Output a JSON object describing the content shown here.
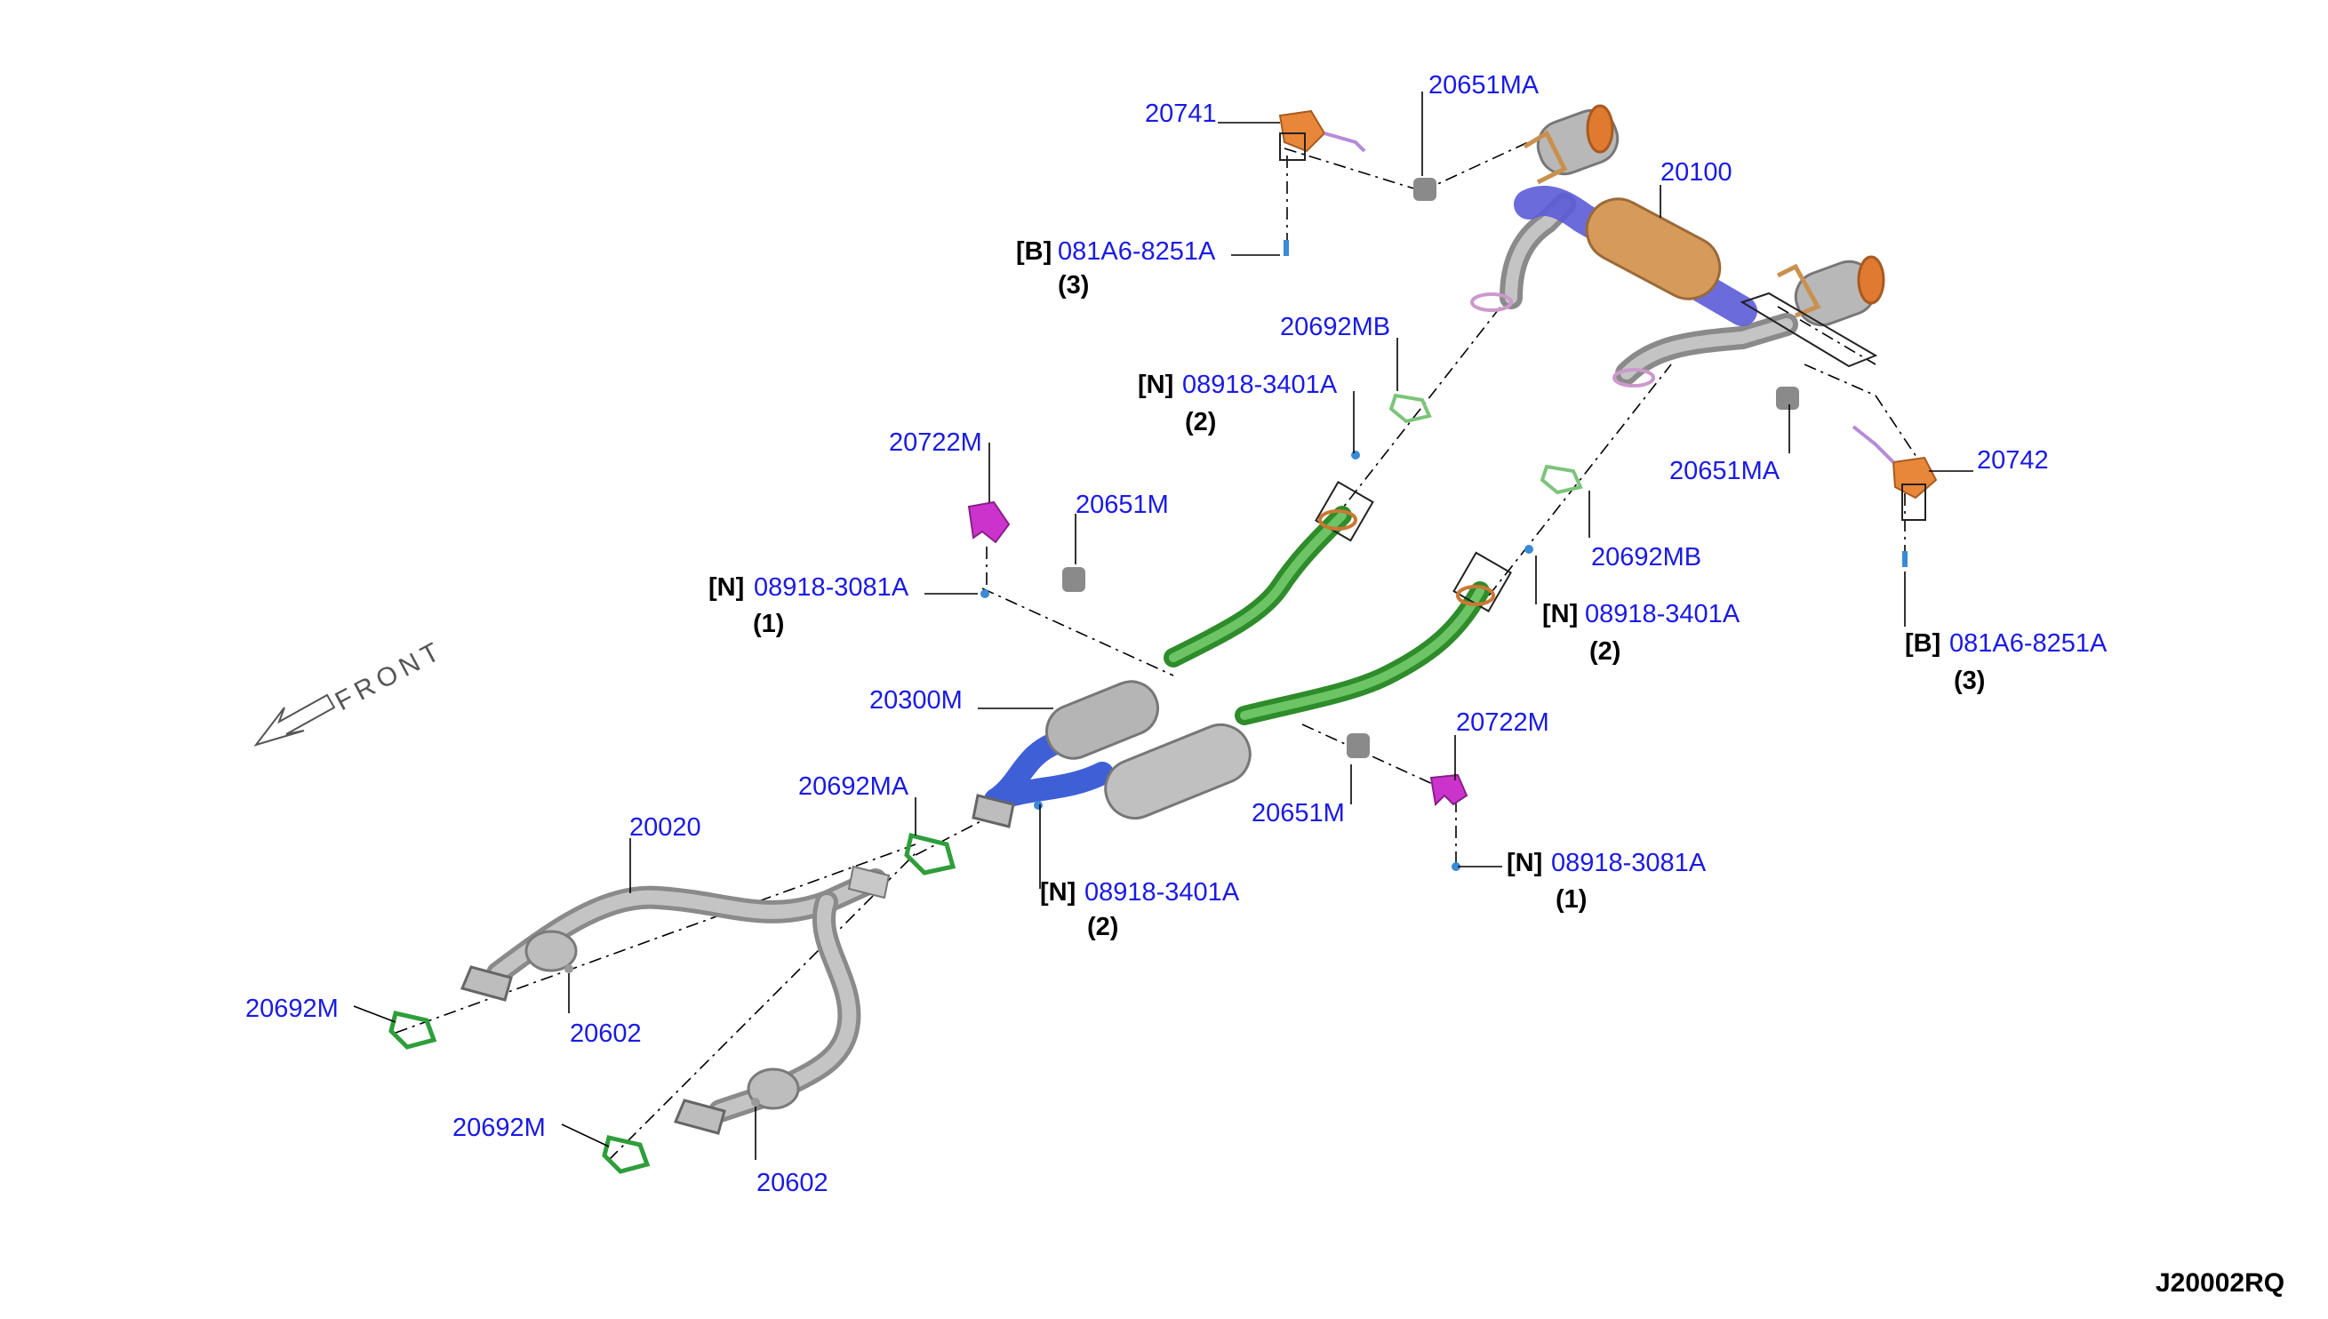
{
  "diagram": {
    "code": "J20002RQ",
    "front_label": "FRONT",
    "colors": {
      "label": "#1a1ae6",
      "pipe_grey": "#a7a7a7",
      "pipe_green": "#3fa33a",
      "pipe_blue": "#3f5fd6",
      "catalyst": "#c9904f",
      "hanger_magenta": "#cc33cc",
      "bracket_orange": "#e8873a",
      "gasket_green": "#2e9e3a",
      "rubber_grey": "#7f7f7f"
    },
    "labels": [
      {
        "part": "20741"
      },
      {
        "part": "20651MA"
      },
      {
        "part": "20100"
      },
      {
        "prefix": "[B]",
        "part": "081A6-8251A",
        "qty": "(3)"
      },
      {
        "part": "20692MB"
      },
      {
        "prefix": "[N]",
        "part": "08918-3401A",
        "qty": "(2)"
      },
      {
        "part": "20722M"
      },
      {
        "part": "20651M"
      },
      {
        "prefix": "[N]",
        "part": "08918-3081A",
        "qty": "(1)"
      },
      {
        "part": "20651MA"
      },
      {
        "part": "20742"
      },
      {
        "part": "20692MB"
      },
      {
        "prefix": "[N]",
        "part": "08918-3401A",
        "qty": "(2)"
      },
      {
        "prefix": "[B]",
        "part": "081A6-8251A",
        "qty": "(3)"
      },
      {
        "part": "20300M"
      },
      {
        "part": "20722M"
      },
      {
        "part": "20692MA"
      },
      {
        "part": "20651M"
      },
      {
        "prefix": "[N]",
        "part": "08918-3401A",
        "qty": "(2)"
      },
      {
        "prefix": "[N]",
        "part": "08918-3081A",
        "qty": "(1)"
      },
      {
        "part": "20020"
      },
      {
        "part": "20692M"
      },
      {
        "part": "20602"
      },
      {
        "part": "20692M"
      },
      {
        "part": "20602"
      }
    ]
  }
}
